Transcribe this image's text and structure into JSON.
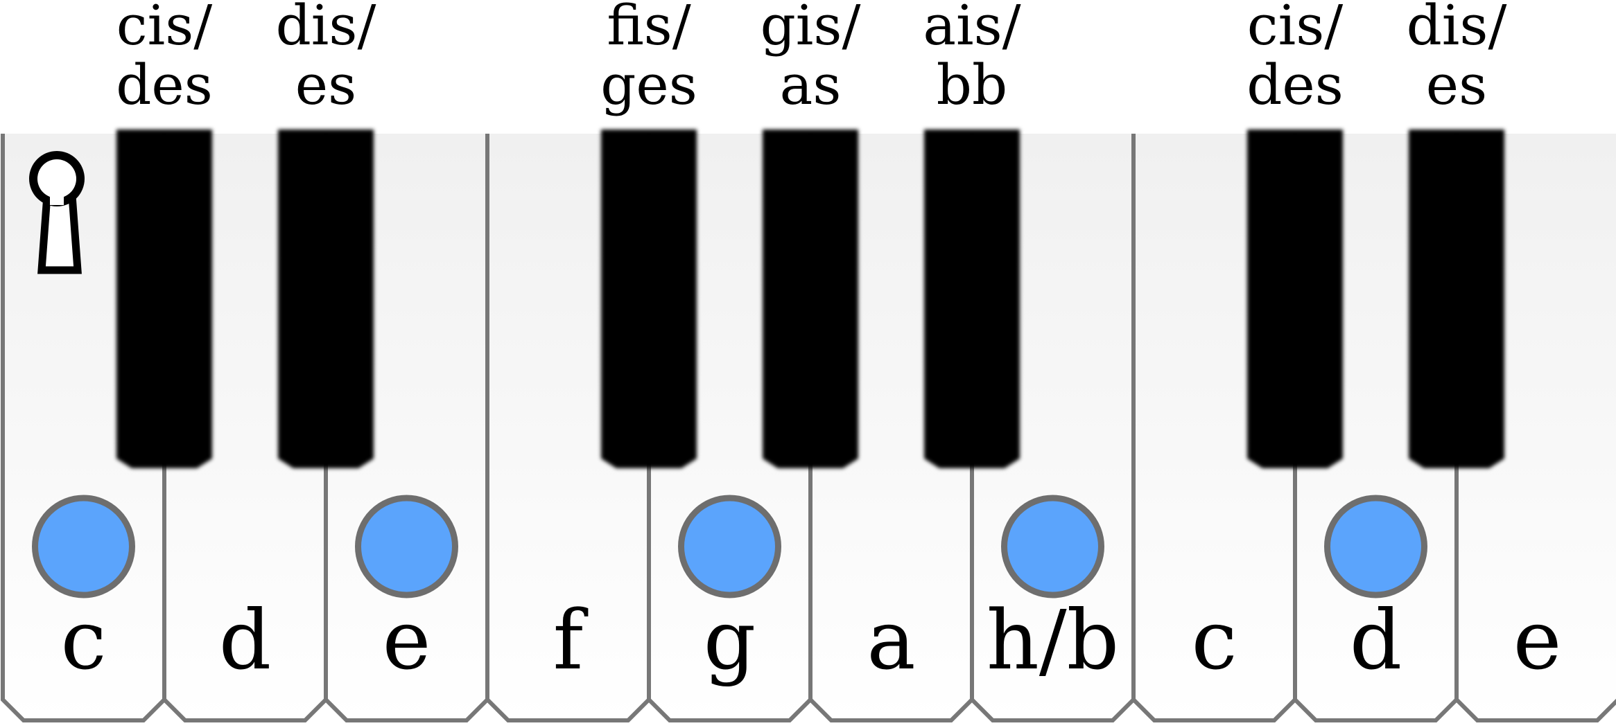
{
  "accent_color": "#5ba4fc",
  "white_keys": [
    {
      "label": "c",
      "marked": true
    },
    {
      "label": "d",
      "marked": false
    },
    {
      "label": "e",
      "marked": true
    },
    {
      "label": "f",
      "marked": false
    },
    {
      "label": "g",
      "marked": true
    },
    {
      "label": "a",
      "marked": false
    },
    {
      "label": "h/b",
      "marked": true
    },
    {
      "label": "c",
      "marked": false
    },
    {
      "label": "d",
      "marked": true
    },
    {
      "label": "e",
      "marked": false
    }
  ],
  "black_keys": [
    {
      "after": 0,
      "line1": "cis/",
      "line2": "des"
    },
    {
      "after": 1,
      "line1": "dis/",
      "line2": "es"
    },
    {
      "after": 3,
      "line1": "fis/",
      "line2": "ges"
    },
    {
      "after": 4,
      "line1": "gis/",
      "line2": "as"
    },
    {
      "after": 5,
      "line1": "ais/",
      "line2": "bb"
    },
    {
      "after": 7,
      "line1": "cis/",
      "line2": "des"
    },
    {
      "after": 8,
      "line1": "dis/",
      "line2": "es"
    }
  ],
  "start_marker_icon": "keyhole-icon"
}
